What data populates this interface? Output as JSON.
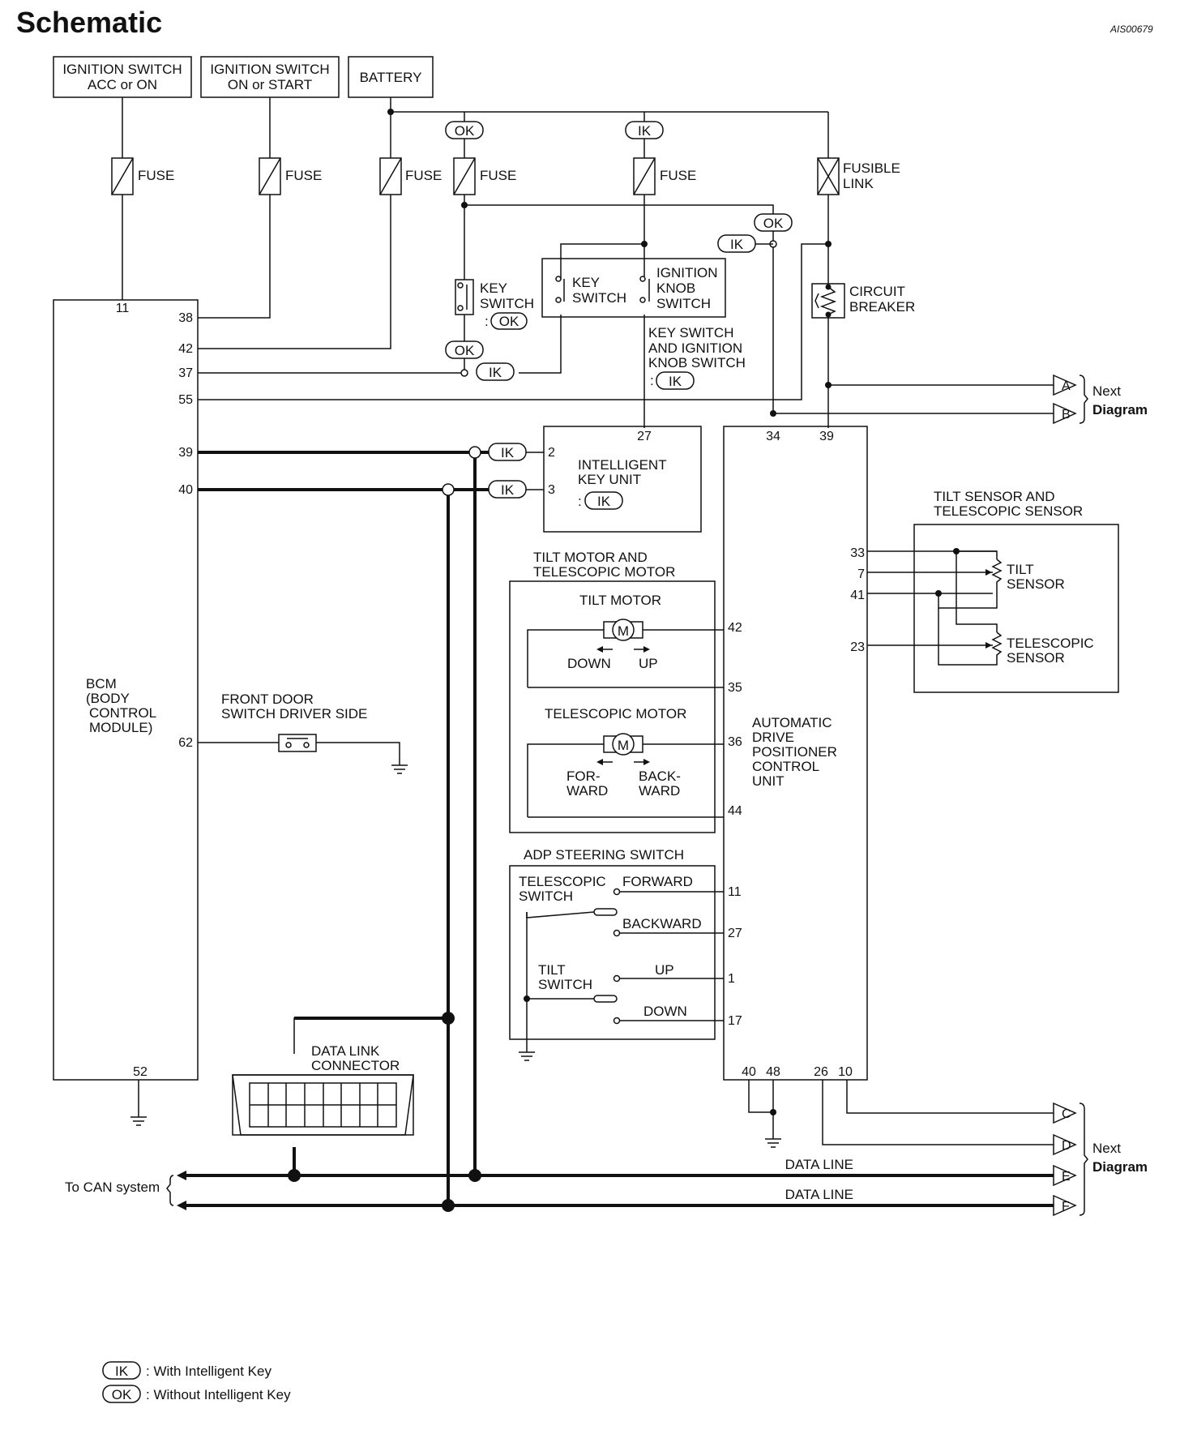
{
  "header": {
    "title": "Schematic",
    "code": "AIS00679"
  },
  "sources": {
    "ign_acc": [
      "IGNITION SWITCH",
      "ACC or ON"
    ],
    "ign_on": [
      "IGNITION SWITCH",
      "ON or START"
    ],
    "battery": "BATTERY"
  },
  "fuse_label": "FUSE",
  "fusible_link": [
    "FUSIBLE",
    "LINK"
  ],
  "circuit_breaker": [
    "CIRCUIT",
    "BREAKER"
  ],
  "tags": {
    "ok": "OK",
    "ik": "IK"
  },
  "key_switch_ok": [
    "KEY",
    "SWITCH",
    ":"
  ],
  "key_knob_box": {
    "key": [
      "KEY",
      "SWITCH"
    ],
    "knob": [
      "IGNITION",
      "KNOB",
      "SWITCH"
    ]
  },
  "key_knob_note": [
    "KEY SWITCH",
    "AND IGNITION",
    "KNOB SWITCH",
    ":"
  ],
  "bcm": {
    "name": [
      "BCM",
      "(BODY",
      "CONTROL",
      "MODULE)"
    ],
    "pins": {
      "p11": "11",
      "p38": "38",
      "p42": "42",
      "p37": "37",
      "p55": "55",
      "p39": "39",
      "p40": "40",
      "p62": "62",
      "p52": "52"
    }
  },
  "iku": {
    "name": [
      "INTELLIGENT",
      "KEY UNIT",
      ":"
    ],
    "pins": {
      "p2": "2",
      "p3": "3",
      "p27": "27"
    }
  },
  "front_door": [
    "FRONT DOOR",
    "SWITCH DRIVER SIDE"
  ],
  "motors": {
    "group": [
      "TILT MOTOR AND",
      "TELESCOPIC MOTOR"
    ],
    "tilt": "TILT MOTOR",
    "tilt_down": "DOWN",
    "tilt_up": "UP",
    "tele": "TELESCOPIC MOTOR",
    "tele_fwd": [
      "FOR-",
      "WARD"
    ],
    "tele_back": [
      "BACK-",
      "WARD"
    ],
    "motor_symbol": "M"
  },
  "adp_switch": {
    "title": "ADP STEERING SWITCH",
    "tele": [
      "TELESCOPIC",
      "SWITCH"
    ],
    "forward": "FORWARD",
    "backward": "BACKWARD",
    "tilt": [
      "TILT",
      "SWITCH"
    ],
    "up": "UP",
    "down": "DOWN"
  },
  "adp": {
    "name": [
      "AUTOMATIC",
      "DRIVE",
      "POSITIONER",
      "CONTROL",
      "UNIT"
    ],
    "pins": {
      "p34": "34",
      "p39": "39",
      "p42": "42",
      "p35": "35",
      "p36": "36",
      "p44": "44",
      "p11": "11",
      "p27": "27",
      "p1": "1",
      "p17": "17",
      "p33": "33",
      "p7": "7",
      "p41": "41",
      "p23": "23",
      "p40": "40",
      "p48": "48",
      "p26": "26",
      "p10": "10"
    }
  },
  "sensors": {
    "group": [
      "TILT SENSOR AND",
      "TELESCOPIC SENSOR"
    ],
    "tilt": [
      "TILT",
      "SENSOR"
    ],
    "tele": [
      "TELESCOPIC",
      "SENSOR"
    ]
  },
  "dlc": [
    "DATA LINK",
    "CONNECTOR"
  ],
  "data_line": "DATA LINE",
  "to_can": "To CAN system",
  "connectors": {
    "a": "A",
    "b": "B",
    "c": "C",
    "d": "D",
    "e": "E",
    "f": "F"
  },
  "next_diagram": [
    "Next",
    "Diagram"
  ],
  "legend": {
    "ik": ": With Intelligent Key",
    "ok": ": Without Intelligent Key"
  }
}
